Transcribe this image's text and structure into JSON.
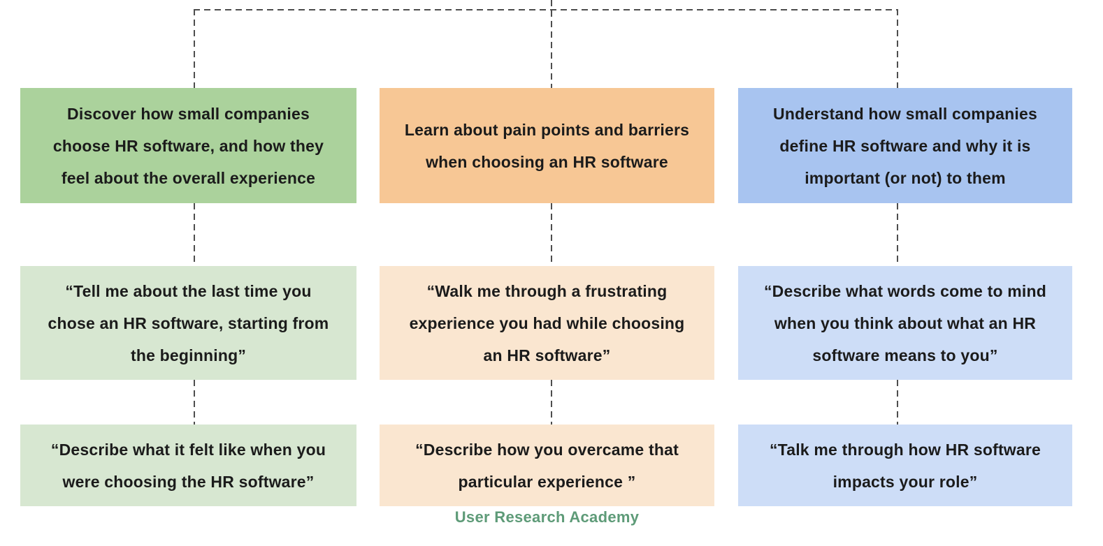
{
  "diagram": {
    "title_hidden": "",
    "connector": {
      "color": "#4d4d4d",
      "style": "dashed"
    }
  },
  "columns": [
    {
      "name": "discover",
      "accent": "#abd29c",
      "light": "#d7e7d1",
      "goal": "Discover how small companies choose HR software, and how they feel about the overall experience",
      "questions": [
        "“Tell me about the last time you chose an HR software, starting from the beginning”",
        "“Describe what it felt like when you were choosing the HR software”"
      ]
    },
    {
      "name": "learn",
      "accent": "#f7c795",
      "light": "#fae6d0",
      "goal": "Learn about pain points and barriers when choosing an HR software",
      "questions": [
        "“Walk me through a frustrating experience you had while choosing an HR software”",
        "“Describe how you overcame that particular experience ”"
      ]
    },
    {
      "name": "understand",
      "accent": "#a8c4f0",
      "light": "#cdddf7",
      "goal": "Understand how small companies define HR software and why it is important (or not) to them",
      "questions": [
        "“Describe what words come to mind when you think about what an HR software means to you”",
        "“Talk me through how HR software impacts your role”"
      ]
    }
  ],
  "footer": {
    "label": "User Research Academy",
    "color": "#5e9b78"
  }
}
